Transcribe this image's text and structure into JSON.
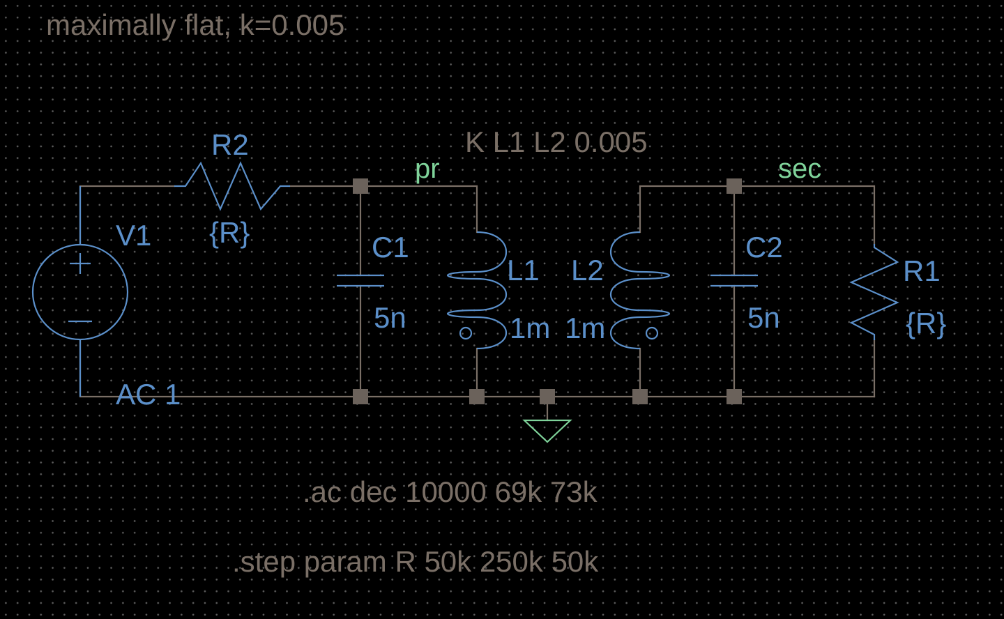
{
  "comment_title": "maximally flat, k=0.005",
  "coupling_directive": "K L1 L2 0.005",
  "ac_directive": ".ac dec 10000 69k 73k",
  "step_directive": ".step param R 50k 250k 50k",
  "components": {
    "V1": {
      "name": "V1",
      "value": "AC 1"
    },
    "R2": {
      "name": "R2",
      "value": "{R}"
    },
    "C1": {
      "name": "C1",
      "value": "5n"
    },
    "L1": {
      "name": "L1",
      "value": "1m"
    },
    "L2": {
      "name": "L2",
      "value": "1m"
    },
    "C2": {
      "name": "C2",
      "value": "5n"
    },
    "R1": {
      "name": "R1",
      "value": "{R}"
    }
  },
  "net_labels": {
    "primary": "pr",
    "secondary": "sec"
  },
  "colors": {
    "background": "#000000",
    "wire": "#7a6f66",
    "component": "#5b8fc9",
    "net_label": "#7fd39a",
    "directive": "#7a6f66",
    "junction": "#6b625b"
  }
}
